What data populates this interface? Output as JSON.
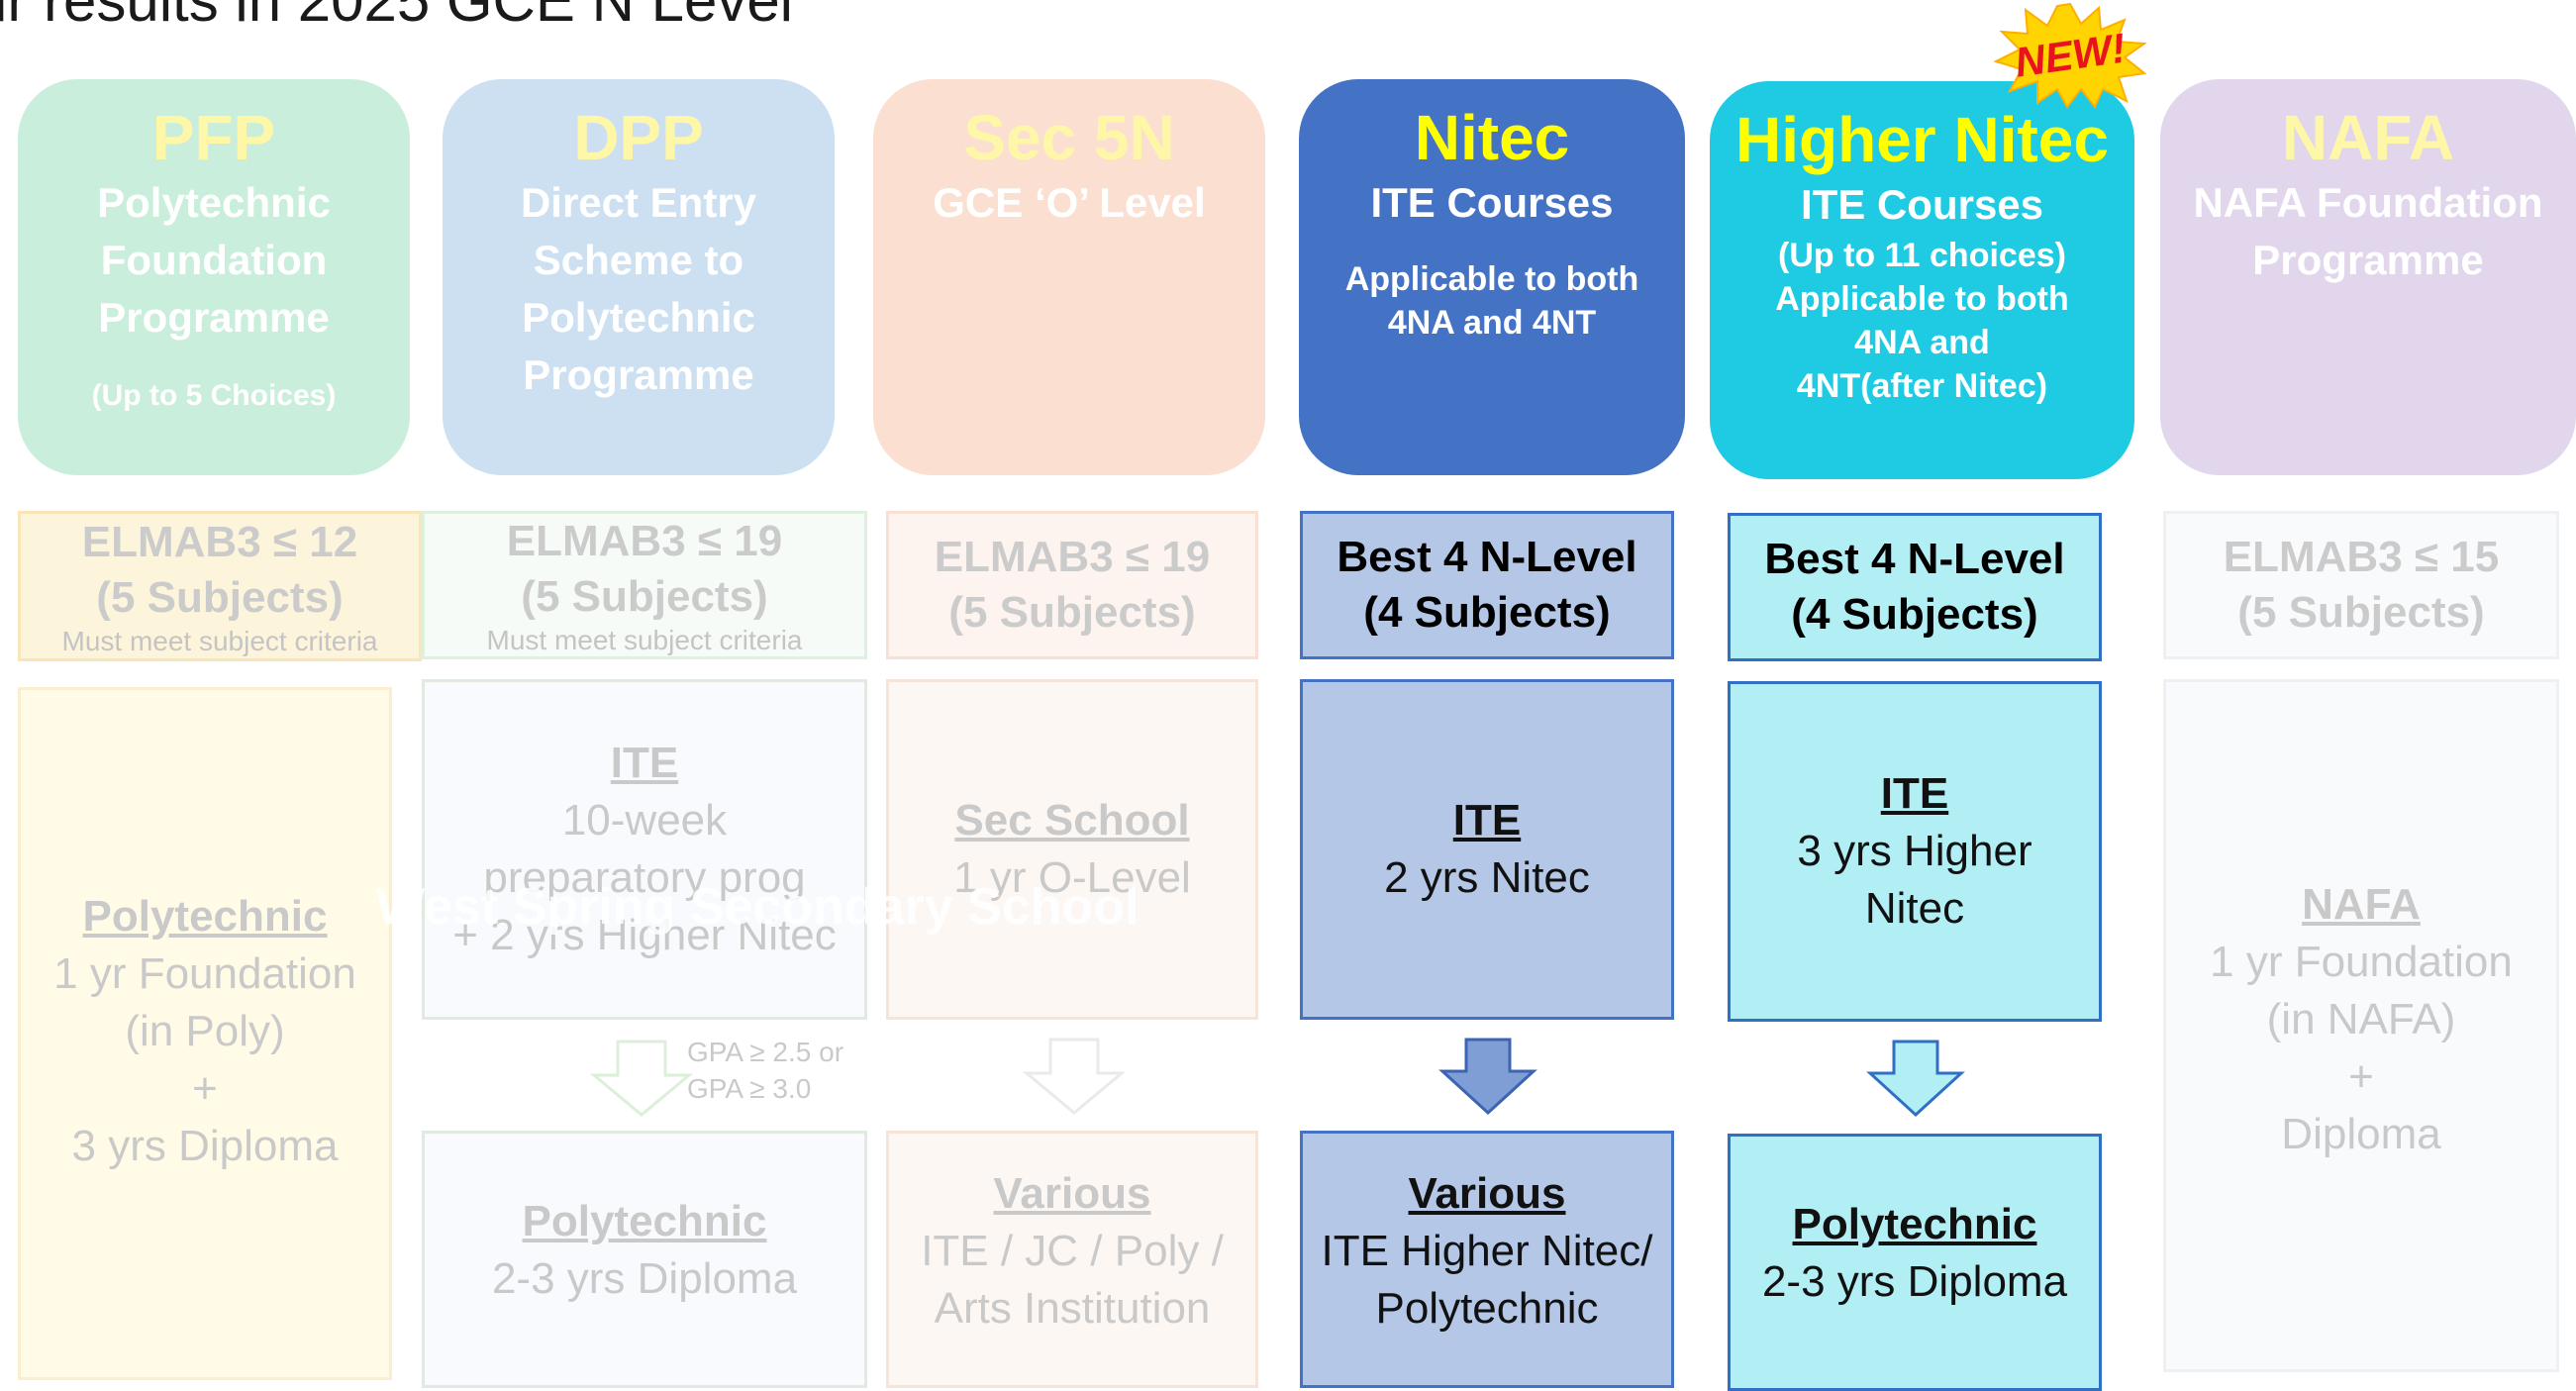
{
  "title": "ir results in 2025 GCE N Level",
  "new_badge": "NEW!",
  "watermark": "West Spring Secondary School",
  "columns": [
    {
      "key": "pfp",
      "header": {
        "name": "PFP",
        "sub": "Polytechnic\nFoundation\nProgramme",
        "note": "(Up to 5 Choices)"
      },
      "criteria": {
        "line1": "ELMAB3 ≤ 12",
        "line2": "(5 Subjects)",
        "note": "Must meet subject criteria"
      },
      "program": {
        "title": "Polytechnic",
        "detail": "1 yr Foundation\n(in Poly)\n+\n3 yrs Diploma"
      }
    },
    {
      "key": "dpp",
      "header": {
        "name": "DPP",
        "sub": "Direct Entry\nScheme to\nPolytechnic\nProgramme"
      },
      "criteria": {
        "line1": "ELMAB3 ≤ 19",
        "line2": "(5 Subjects)",
        "note": "Must meet subject criteria"
      },
      "program": {
        "title": "ITE",
        "detail": "10-week\npreparatory prog\n+ 2 yrs Higher Nitec"
      },
      "gpa_note": "GPA ≥ 2.5 or\nGPA ≥ 3.0",
      "outcome": {
        "title": "Polytechnic",
        "detail": "2-3 yrs Diploma"
      }
    },
    {
      "key": "sec5n",
      "header": {
        "name": "Sec 5N",
        "sub": "GCE ‘O’ Level"
      },
      "criteria": {
        "line1": "ELMAB3 ≤ 19",
        "line2": "(5 Subjects)"
      },
      "program": {
        "title": "Sec School",
        "detail": "1 yr O-Level"
      },
      "outcome": {
        "title": "Various",
        "detail": "ITE / JC / Poly /\nArts Institution"
      }
    },
    {
      "key": "nitec",
      "header": {
        "name": "Nitec",
        "sub": "ITE Courses",
        "note": "Applicable to both\n4NA and 4NT"
      },
      "criteria": {
        "line1": "Best 4 N-Level",
        "line2": "(4 Subjects)"
      },
      "program": {
        "title": "ITE",
        "detail": "2 yrs Nitec"
      },
      "outcome": {
        "title": "Various",
        "detail": "ITE Higher Nitec/\nPolytechnic"
      }
    },
    {
      "key": "hn",
      "header": {
        "name": "Higher Nitec",
        "sub": "ITE Courses",
        "note": "(Up to 11 choices)\nApplicable to both\n4NA and\n4NT(after Nitec)"
      },
      "criteria": {
        "line1": "Best 4 N-Level",
        "line2": "(4 Subjects)"
      },
      "program": {
        "title": "ITE",
        "detail": "3 yrs Higher\nNitec"
      },
      "outcome": {
        "title": "Polytechnic",
        "detail": "2-3 yrs Diploma"
      }
    },
    {
      "key": "nafa",
      "header": {
        "name": "NAFA",
        "sub": "NAFA Foundation\nProgramme"
      },
      "criteria": {
        "line1": "ELMAB3 ≤ 15",
        "line2": "(5 Subjects)"
      },
      "program": {
        "title": "NAFA",
        "detail": "1 yr Foundation\n(in NAFA)\n+\nDiploma"
      }
    }
  ],
  "colors": {
    "nitec_header": "#4472c4",
    "higher_nitec_header": "#1fcbe3",
    "nitec_box": "#b4c7e7",
    "higher_nitec_box": "#b2eff5",
    "header_name_highlight": "#ffff00"
  }
}
